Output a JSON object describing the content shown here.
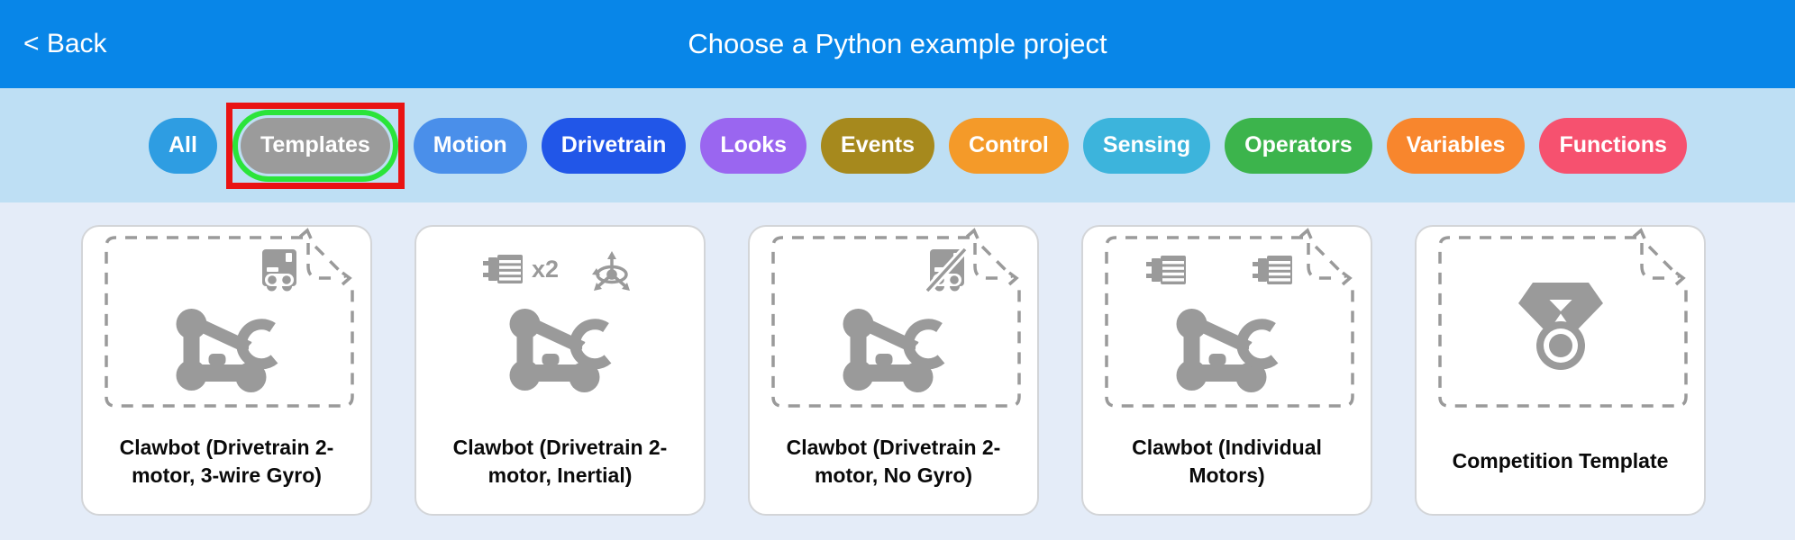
{
  "header": {
    "back_label": "< Back",
    "title": "Choose a Python example project"
  },
  "theme": {
    "header_bg": "#0886e8",
    "filter_bar_bg": "#bedff4",
    "page_bg": "#e4ecf8",
    "card_bg": "#ffffff",
    "card_border": "#d3d5d8",
    "art_gray": "#9a9a9a",
    "label_color": "#0a0a0a",
    "chip_text": "#ffffff"
  },
  "filters": {
    "highlight": {
      "ring_color": "#2be43a",
      "box_color": "#e91313"
    },
    "items": [
      {
        "label": "All",
        "color": "#2e9de2",
        "selected": false
      },
      {
        "label": "Templates",
        "color": "#9b9b9b",
        "selected": true
      },
      {
        "label": "Motion",
        "color": "#4a8fea",
        "selected": false
      },
      {
        "label": "Drivetrain",
        "color": "#2156e8",
        "selected": false
      },
      {
        "label": "Looks",
        "color": "#9a66f0",
        "selected": false
      },
      {
        "label": "Events",
        "color": "#a6891d",
        "selected": false
      },
      {
        "label": "Control",
        "color": "#f49a29",
        "selected": false
      },
      {
        "label": "Sensing",
        "color": "#3cb4dc",
        "selected": false
      },
      {
        "label": "Operators",
        "color": "#3cb44c",
        "selected": false
      },
      {
        "label": "Variables",
        "color": "#f8862d",
        "selected": false
      },
      {
        "label": "Functions",
        "color": "#f6516f",
        "selected": false
      }
    ]
  },
  "cards": [
    {
      "title": "Clawbot (Drivetrain 2-motor, 3-wire Gyro)",
      "main_icon": "clawbot",
      "dashed_page": true,
      "badges": [
        {
          "icon": "gyro-sensor"
        }
      ]
    },
    {
      "title": "Clawbot (Drivetrain 2-motor, Inertial)",
      "main_icon": "clawbot",
      "dashed_page": false,
      "badges": [
        {
          "icon": "motor",
          "label": "x2"
        },
        {
          "icon": "inertial-sensor"
        }
      ]
    },
    {
      "title": "Clawbot (Drivetrain 2-motor, No Gyro)",
      "main_icon": "clawbot",
      "dashed_page": true,
      "badges": [
        {
          "icon": "no-gyro-sensor"
        }
      ]
    },
    {
      "title": "Clawbot (Individual Motors)",
      "main_icon": "clawbot",
      "dashed_page": true,
      "badges": [
        {
          "icon": "motor"
        },
        {
          "icon": "motor"
        }
      ]
    },
    {
      "title": "Competition Template",
      "main_icon": "medal",
      "dashed_page": true,
      "badges": []
    }
  ]
}
